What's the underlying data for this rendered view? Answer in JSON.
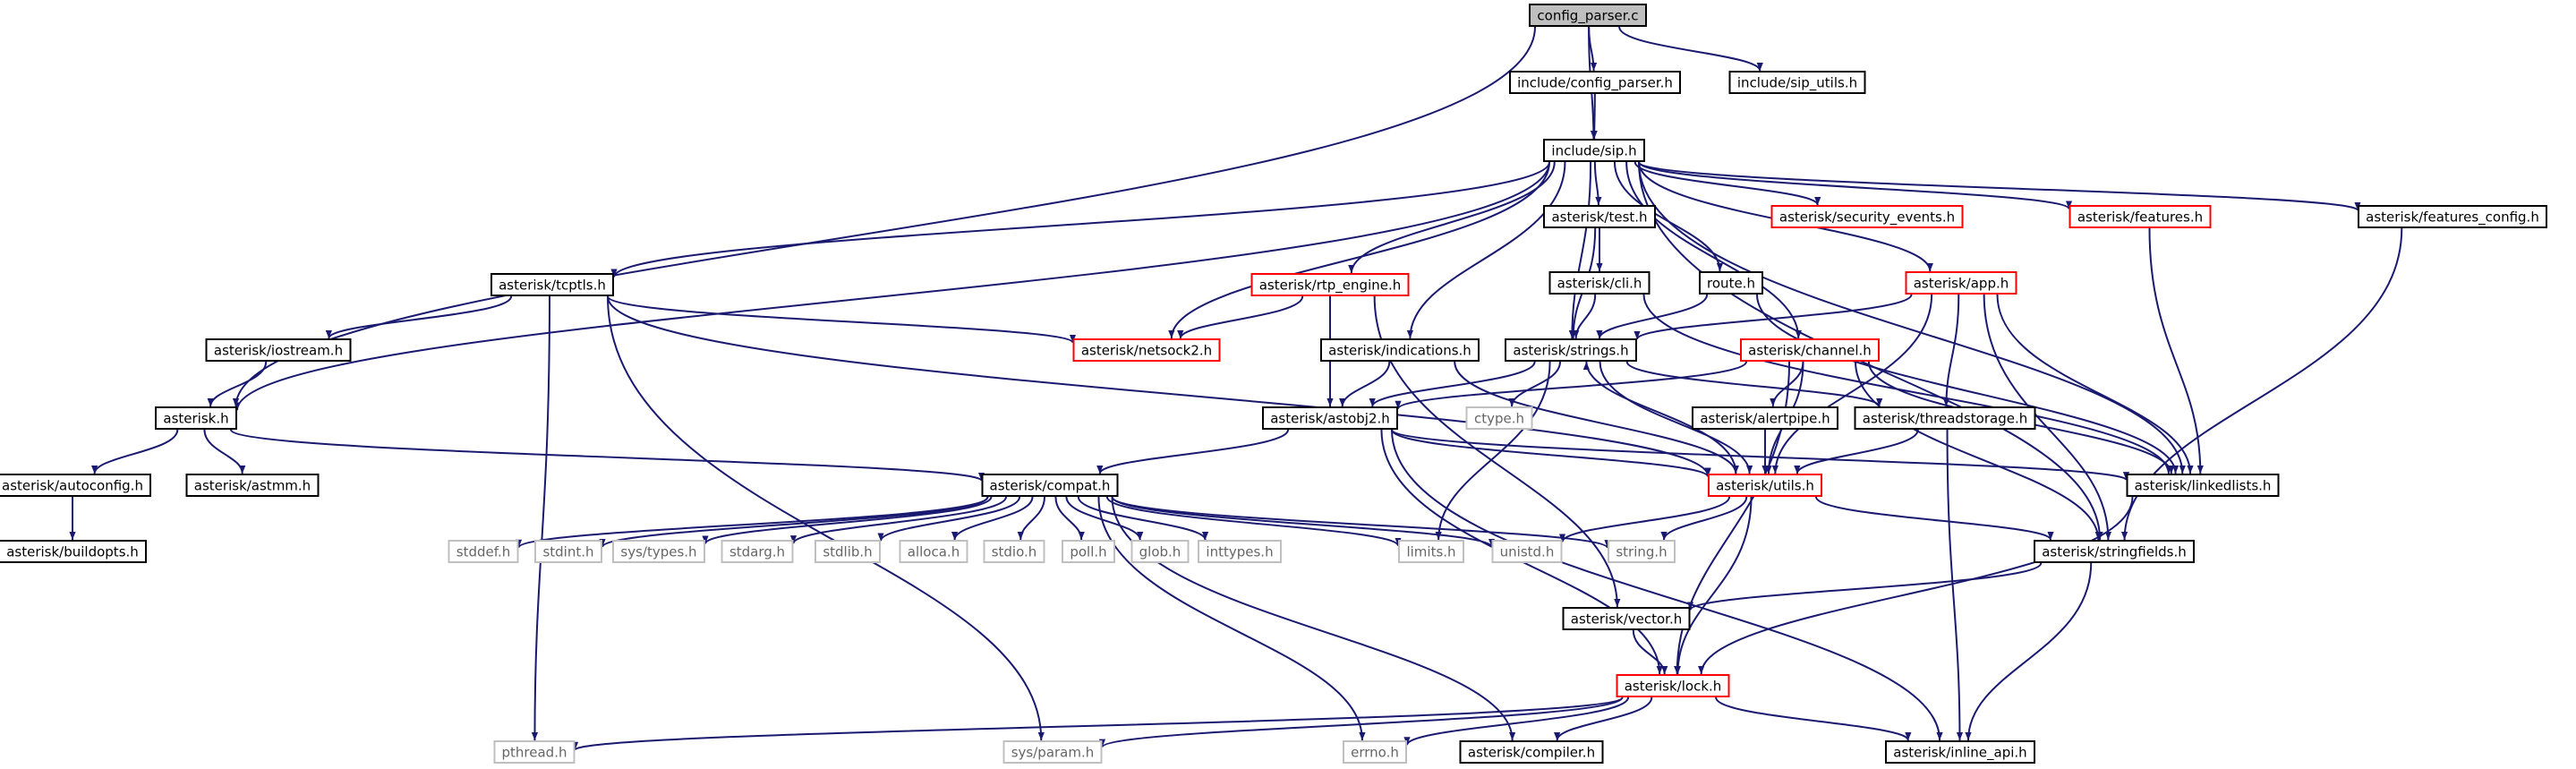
{
  "graph": {
    "colors": {
      "edge": "#191970",
      "root_fill": "#bfbfbf",
      "documented": "#000000",
      "incomplete": "#ff0000",
      "external": "#bfbfbf",
      "text": "#000000",
      "external_text": "#666666"
    },
    "nodes": [
      {
        "id": "config_parser_c",
        "label": "config_parser.c",
        "style": "root"
      },
      {
        "id": "include_config_parser_h",
        "label": "include/config_parser.h",
        "style": "documented"
      },
      {
        "id": "include_sip_utils_h",
        "label": "include/sip_utils.h",
        "style": "documented"
      },
      {
        "id": "include_sip_h",
        "label": "include/sip.h",
        "style": "documented"
      },
      {
        "id": "asterisk_test_h",
        "label": "asterisk/test.h",
        "style": "documented"
      },
      {
        "id": "asterisk_security_events_h",
        "label": "asterisk/security_events.h",
        "style": "incomplete"
      },
      {
        "id": "asterisk_features_h",
        "label": "asterisk/features.h",
        "style": "incomplete"
      },
      {
        "id": "asterisk_features_config_h",
        "label": "asterisk/features_config.h",
        "style": "documented"
      },
      {
        "id": "asterisk_cli_h",
        "label": "asterisk/cli.h",
        "style": "documented"
      },
      {
        "id": "route_h",
        "label": "route.h",
        "style": "documented"
      },
      {
        "id": "asterisk_app_h",
        "label": "asterisk/app.h",
        "style": "incomplete"
      },
      {
        "id": "asterisk_tcptls_h",
        "label": "asterisk/tcptls.h",
        "style": "documented"
      },
      {
        "id": "asterisk_rtp_engine_h",
        "label": "asterisk/rtp_engine.h",
        "style": "incomplete"
      },
      {
        "id": "asterisk_iostream_h",
        "label": "asterisk/iostream.h",
        "style": "documented"
      },
      {
        "id": "asterisk_netsock2_h",
        "label": "asterisk/netsock2.h",
        "style": "incomplete"
      },
      {
        "id": "asterisk_indications_h",
        "label": "asterisk/indications.h",
        "style": "documented"
      },
      {
        "id": "asterisk_strings_h",
        "label": "asterisk/strings.h",
        "style": "documented"
      },
      {
        "id": "asterisk_channel_h",
        "label": "asterisk/channel.h",
        "style": "incomplete"
      },
      {
        "id": "asterisk_h",
        "label": "asterisk.h",
        "style": "documented"
      },
      {
        "id": "asterisk_astobj2_h",
        "label": "asterisk/astobj2.h",
        "style": "documented"
      },
      {
        "id": "ctype_h",
        "label": "ctype.h",
        "style": "external"
      },
      {
        "id": "asterisk_alertpipe_h",
        "label": "asterisk/alertpipe.h",
        "style": "documented"
      },
      {
        "id": "asterisk_threadstorage_h",
        "label": "asterisk/threadstorage.h",
        "style": "documented"
      },
      {
        "id": "asterisk_autoconfig_h",
        "label": "asterisk/autoconfig.h",
        "style": "documented"
      },
      {
        "id": "asterisk_astmm_h",
        "label": "asterisk/astmm.h",
        "style": "documented"
      },
      {
        "id": "asterisk_compat_h",
        "label": "asterisk/compat.h",
        "style": "documented"
      },
      {
        "id": "asterisk_utils_h",
        "label": "asterisk/utils.h",
        "style": "incomplete"
      },
      {
        "id": "asterisk_linkedlists_h",
        "label": "asterisk/linkedlists.h",
        "style": "documented"
      },
      {
        "id": "asterisk_buildopts_h",
        "label": "asterisk/buildopts.h",
        "style": "documented"
      },
      {
        "id": "stddef_h",
        "label": "stddef.h",
        "style": "external"
      },
      {
        "id": "stdint_h",
        "label": "stdint.h",
        "style": "external"
      },
      {
        "id": "sys_types_h",
        "label": "sys/types.h",
        "style": "external"
      },
      {
        "id": "stdarg_h",
        "label": "stdarg.h",
        "style": "external"
      },
      {
        "id": "stdlib_h",
        "label": "stdlib.h",
        "style": "external"
      },
      {
        "id": "alloca_h",
        "label": "alloca.h",
        "style": "external"
      },
      {
        "id": "stdio_h",
        "label": "stdio.h",
        "style": "external"
      },
      {
        "id": "poll_h",
        "label": "poll.h",
        "style": "external"
      },
      {
        "id": "glob_h",
        "label": "glob.h",
        "style": "external"
      },
      {
        "id": "inttypes_h",
        "label": "inttypes.h",
        "style": "external"
      },
      {
        "id": "limits_h",
        "label": "limits.h",
        "style": "external"
      },
      {
        "id": "unistd_h",
        "label": "unistd.h",
        "style": "external"
      },
      {
        "id": "string_h",
        "label": "string.h",
        "style": "external"
      },
      {
        "id": "asterisk_stringfields_h",
        "label": "asterisk/stringfields.h",
        "style": "documented"
      },
      {
        "id": "asterisk_vector_h",
        "label": "asterisk/vector.h",
        "style": "documented"
      },
      {
        "id": "asterisk_lock_h",
        "label": "asterisk/lock.h",
        "style": "incomplete"
      },
      {
        "id": "pthread_h",
        "label": "pthread.h",
        "style": "external"
      },
      {
        "id": "sys_param_h",
        "label": "sys/param.h",
        "style": "external"
      },
      {
        "id": "errno_h",
        "label": "errno.h",
        "style": "external"
      },
      {
        "id": "asterisk_compiler_h",
        "label": "asterisk/compiler.h",
        "style": "documented"
      },
      {
        "id": "asterisk_inline_api_h",
        "label": "asterisk/inline_api.h",
        "style": "documented"
      }
    ],
    "edges": [
      [
        "config_parser_c",
        "asterisk_h"
      ],
      [
        "config_parser_c",
        "include_config_parser_h"
      ],
      [
        "config_parser_c",
        "include_sip_h"
      ],
      [
        "config_parser_c",
        "include_sip_utils_h"
      ],
      [
        "include_config_parser_h",
        "include_sip_h"
      ],
      [
        "include_sip_h",
        "asterisk_tcptls_h"
      ],
      [
        "include_sip_h",
        "asterisk_test_h"
      ],
      [
        "include_sip_h",
        "asterisk_channel_h"
      ],
      [
        "include_sip_h",
        "asterisk_app_h"
      ],
      [
        "include_sip_h",
        "asterisk_indications_h"
      ],
      [
        "include_sip_h",
        "asterisk_security_events_h"
      ],
      [
        "include_sip_h",
        "asterisk_features_h"
      ],
      [
        "include_sip_h",
        "asterisk_features_config_h"
      ],
      [
        "include_sip_h",
        "asterisk_rtp_engine_h"
      ],
      [
        "include_sip_h",
        "asterisk_netsock2_h"
      ],
      [
        "include_sip_h",
        "asterisk_strings_h"
      ],
      [
        "include_sip_h",
        "asterisk_linkedlists_h"
      ],
      [
        "include_sip_h",
        "asterisk_stringfields_h"
      ],
      [
        "include_sip_h",
        "route_h"
      ],
      [
        "include_sip_h",
        "asterisk_h"
      ],
      [
        "asterisk_tcptls_h",
        "asterisk_iostream_h"
      ],
      [
        "asterisk_tcptls_h",
        "asterisk_netsock2_h"
      ],
      [
        "asterisk_tcptls_h",
        "asterisk_utils_h"
      ],
      [
        "asterisk_tcptls_h",
        "pthread_h"
      ],
      [
        "asterisk_tcptls_h",
        "sys_param_h"
      ],
      [
        "asterisk_iostream_h",
        "asterisk_h"
      ],
      [
        "asterisk_h",
        "asterisk_autoconfig_h"
      ],
      [
        "asterisk_h",
        "asterisk_astmm_h"
      ],
      [
        "asterisk_h",
        "asterisk_compat_h"
      ],
      [
        "asterisk_autoconfig_h",
        "asterisk_buildopts_h"
      ],
      [
        "asterisk_compat_h",
        "stddef_h"
      ],
      [
        "asterisk_compat_h",
        "stdint_h"
      ],
      [
        "asterisk_compat_h",
        "sys_types_h"
      ],
      [
        "asterisk_compat_h",
        "stdarg_h"
      ],
      [
        "asterisk_compat_h",
        "stdlib_h"
      ],
      [
        "asterisk_compat_h",
        "alloca_h"
      ],
      [
        "asterisk_compat_h",
        "stdio_h"
      ],
      [
        "asterisk_compat_h",
        "poll_h"
      ],
      [
        "asterisk_compat_h",
        "glob_h"
      ],
      [
        "asterisk_compat_h",
        "inttypes_h"
      ],
      [
        "asterisk_compat_h",
        "limits_h"
      ],
      [
        "asterisk_compat_h",
        "unistd_h"
      ],
      [
        "asterisk_compat_h",
        "string_h"
      ],
      [
        "asterisk_compat_h",
        "errno_h"
      ],
      [
        "asterisk_compat_h",
        "asterisk_compiler_h"
      ],
      [
        "asterisk_test_h",
        "asterisk_cli_h"
      ],
      [
        "asterisk_test_h",
        "asterisk_strings_h"
      ],
      [
        "asterisk_cli_h",
        "asterisk_strings_h"
      ],
      [
        "asterisk_cli_h",
        "asterisk_linkedlists_h"
      ],
      [
        "route_h",
        "asterisk_strings_h"
      ],
      [
        "route_h",
        "asterisk_linkedlists_h"
      ],
      [
        "asterisk_rtp_engine_h",
        "asterisk_netsock2_h"
      ],
      [
        "asterisk_rtp_engine_h",
        "asterisk_astobj2_h"
      ],
      [
        "asterisk_rtp_engine_h",
        "asterisk_vector_h"
      ],
      [
        "asterisk_indications_h",
        "asterisk_astobj2_h"
      ],
      [
        "asterisk_indications_h",
        "asterisk_utils_h"
      ],
      [
        "asterisk_strings_h",
        "ctype_h"
      ],
      [
        "asterisk_strings_h",
        "limits_h"
      ],
      [
        "asterisk_strings_h",
        "asterisk_utils_h"
      ],
      [
        "asterisk_strings_h",
        "asterisk_threadstorage_h"
      ],
      [
        "asterisk_strings_h",
        "asterisk_astobj2_h"
      ],
      [
        "asterisk_astobj2_h",
        "asterisk_compat_h"
      ],
      [
        "asterisk_astobj2_h",
        "asterisk_lock_h"
      ],
      [
        "asterisk_astobj2_h",
        "asterisk_linkedlists_h"
      ],
      [
        "asterisk_astobj2_h",
        "asterisk_inline_api_h"
      ],
      [
        "asterisk_astobj2_h",
        "asterisk_utils_h"
      ],
      [
        "asterisk_channel_h",
        "asterisk_alertpipe_h"
      ],
      [
        "asterisk_channel_h",
        "asterisk_astobj2_h"
      ],
      [
        "asterisk_channel_h",
        "asterisk_utils_h"
      ],
      [
        "asterisk_channel_h",
        "asterisk_linkedlists_h"
      ],
      [
        "asterisk_channel_h",
        "asterisk_stringfields_h"
      ],
      [
        "asterisk_channel_h",
        "asterisk_lock_h"
      ],
      [
        "asterisk_alertpipe_h",
        "asterisk_utils_h"
      ],
      [
        "asterisk_app_h",
        "asterisk_strings_h"
      ],
      [
        "asterisk_app_h",
        "asterisk_threadstorage_h"
      ],
      [
        "asterisk_app_h",
        "asterisk_utils_h"
      ],
      [
        "asterisk_app_h",
        "asterisk_linkedlists_h"
      ],
      [
        "asterisk_app_h",
        "asterisk_stringfields_h"
      ],
      [
        "asterisk_threadstorage_h",
        "asterisk_utils_h"
      ],
      [
        "asterisk_threadstorage_h",
        "asterisk_inline_api_h"
      ],
      [
        "asterisk_utils_h",
        "asterisk_strings_h"
      ],
      [
        "asterisk_utils_h",
        "unistd_h"
      ],
      [
        "asterisk_utils_h",
        "string_h"
      ],
      [
        "asterisk_utils_h",
        "asterisk_lock_h"
      ],
      [
        "asterisk_utils_h",
        "asterisk_stringfields_h"
      ],
      [
        "asterisk_features_h",
        "asterisk_linkedlists_h"
      ],
      [
        "asterisk_features_config_h",
        "asterisk_stringfields_h"
      ],
      [
        "asterisk_linkedlists_h",
        "asterisk_lock_h"
      ],
      [
        "asterisk_stringfields_h",
        "asterisk_vector_h"
      ],
      [
        "asterisk_stringfields_h",
        "asterisk_inline_api_h"
      ],
      [
        "asterisk_vector_h",
        "asterisk_lock_h"
      ],
      [
        "asterisk_lock_h",
        "pthread_h"
      ],
      [
        "asterisk_lock_h",
        "sys_param_h"
      ],
      [
        "asterisk_lock_h",
        "errno_h"
      ],
      [
        "asterisk_lock_h",
        "asterisk_compiler_h"
      ],
      [
        "asterisk_lock_h",
        "asterisk_inline_api_h"
      ]
    ]
  }
}
